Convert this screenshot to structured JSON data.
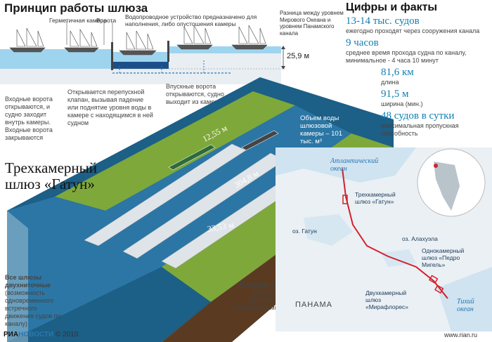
{
  "principle": {
    "title": "Принцип работы шлюза",
    "label_chamber": "Герметичная камера",
    "label_gate": "Ворота",
    "label_water_device": "Водопроводное устройство предназначено для наполнения, либо опустошения камеры",
    "label_level_diff": "Разница между уровнем Мирового Океана и уровнем Панамского канала",
    "height_value": "25,9 м",
    "step1": "Входные ворота открываются, и судно заходит внутрь камеры. Входные ворота закрываются",
    "step2": "Открывается перепускной клапан, вызывая падение или поднятие уровня воды в камере с находящимся в ней судном",
    "step3": "Впускные ворота открываются, судно выходит из камеры"
  },
  "facts": {
    "title": "Цифры и факты",
    "items": [
      {
        "value": "13-14 тыс. судов",
        "desc": "ежегодно проходят через сооружения канала"
      },
      {
        "value": "9 часов",
        "desc": "среднее время прохода судна по каналу, минимальное - 4 часа 10 минут"
      },
      {
        "value": "81,6 км",
        "desc": "длина"
      },
      {
        "value": "91,5 м",
        "desc": "ширина (мин.)"
      },
      {
        "value": "48 судов в сутки",
        "desc": "максимальная пропускная способность"
      }
    ]
  },
  "lock": {
    "title": "Трехкамерный шлюз «Гатун»",
    "dim_width_chamber": "12,55 м",
    "dim_length": "304,8 м",
    "dim_width": "33,53 м",
    "volume": "Объем воды шлюзовой камеры – 101 тыс. м³",
    "two_lane_bold": "Все шлюзы двухниточные",
    "two_lane_rest": "(возможность одновременного встречного движения судов по каналу)",
    "towing_bold": "Проводка судов",
    "towing_rest": "через шлюзы производится электровозами-«бурлаками»"
  },
  "map": {
    "atlantic": "Атлантический океан",
    "pacific": "Тихий океан",
    "gatun_lake": "оз. Гатун",
    "alajuela_lake": "оз. Алахуэла",
    "country": "ПАНАМА",
    "lock_gatun": "Трехкамерный шлюз «Гатун»",
    "lock_pedro": "Однокамерный шлюз «Педро Мигель»",
    "lock_mira": "Двухкамерный шлюз «Мирафлорес»"
  },
  "footer": {
    "logo_a": "РИА",
    "logo_b": "НОВОСТИ",
    "copyright": "© 2010",
    "url": "www.rian.ru"
  }
}
